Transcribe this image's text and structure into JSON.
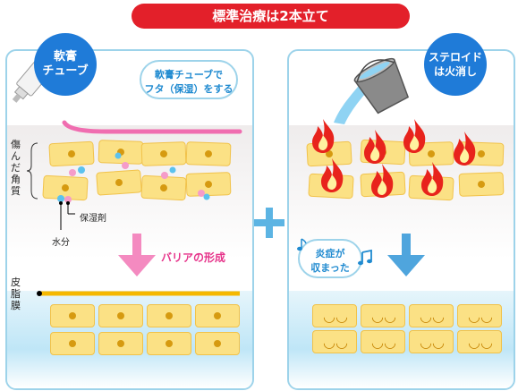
{
  "title": "標準治療は2本立て",
  "left": {
    "badge_line1": "軟膏",
    "badge_line2": "チューブ",
    "bubble_line1": "軟膏チューブで",
    "bubble_line2": "フタ（保湿）をする",
    "damaged_label": [
      "傷",
      "ん",
      "だ",
      "角",
      "質"
    ],
    "moisturizer_label": "保湿剤",
    "water_label": "水分",
    "barrier_label": "バリアの形成",
    "sebum_label": [
      "皮",
      "脂",
      "膜"
    ]
  },
  "right": {
    "badge_line1": "ステロイド",
    "badge_line2": "は火消し",
    "bubble_line1": "炎症が",
    "bubble_line2": "収まった"
  },
  "colors": {
    "title_red": "#e3202a",
    "badge_blue": "#1f7bd8",
    "panel_border": "#9dd3ea",
    "cell_yellow": "#fbe185",
    "arrow_pink": "#f48ac0",
    "arrow_blue": "#4fa5dd",
    "flame_red": "#e8231c",
    "sebum_yellow": "#f5b800"
  },
  "icons": [
    "ointment-tube-icon",
    "bucket-icon",
    "flame-icon",
    "music-note-icon",
    "plus-icon"
  ]
}
